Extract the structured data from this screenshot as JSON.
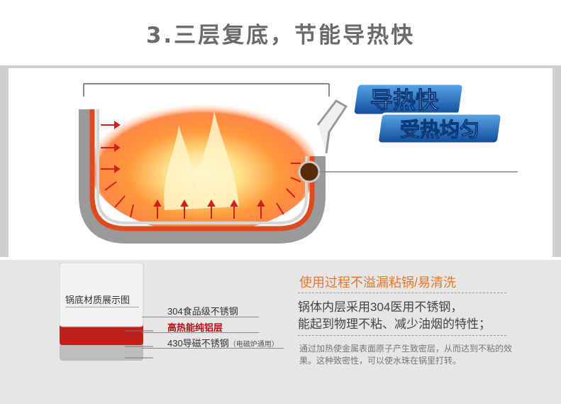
{
  "page": {
    "title": "3.三层复底，节能导热快"
  },
  "badge": {
    "line1": "导热快",
    "line2": "受热均匀"
  },
  "layers": {
    "caption": "锅底材质展示图",
    "items": [
      {
        "label": "304食品级不锈钢",
        "note": "",
        "color": "#d8d8d8"
      },
      {
        "label": "高热能纯铝层",
        "note": "",
        "color": "#c0201a"
      },
      {
        "label": "430导磁不锈钢",
        "note": "（电磁炉通用）",
        "color": "#bdbdbd"
      }
    ]
  },
  "callout": {
    "title": "使用过程不溢漏粘锅/易清洗",
    "body_line1": "锅体内层采用304医用不锈钢，",
    "body_line2": "能起到物理不粘、减少油烟的特性；",
    "note": "通过加热使金属表面原子产生致密层，从而达到不粘的效果。这种致密性，可以使水珠在锅里打转。"
  },
  "colors": {
    "accent": "#e8762a",
    "aluminum": "#e04a1c",
    "steel": "#9a9a9a",
    "title": "#6a6a6a"
  }
}
